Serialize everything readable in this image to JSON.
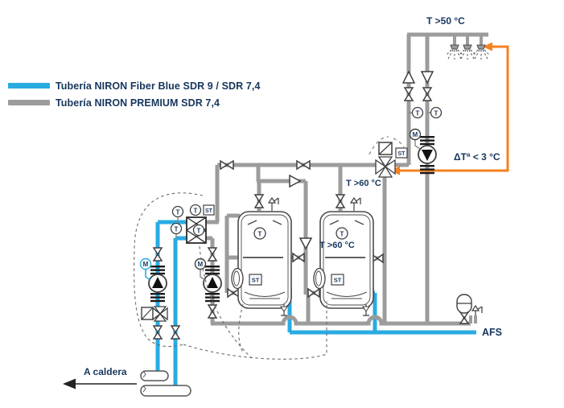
{
  "legend": {
    "items": [
      {
        "label": "Tubería NIRON Fiber Blue SDR 9 / SDR 7,4",
        "color": "#29ABE2"
      },
      {
        "label": "Tubería NIRON PREMIUM SDR 7,4",
        "color": "#9C9C9C"
      }
    ]
  },
  "labels": {
    "top_temp": "T >50 °C",
    "delta_temp": "ΔTª < 3 °C",
    "tank_supply_temp": "T >60 °C",
    "tank_inner_temp": "T >60 °C",
    "cold_water": "AFS",
    "to_boiler": "A caldera"
  },
  "symbols": {
    "t": "T",
    "m": "M",
    "st": "ST"
  },
  "colors": {
    "pipe_blue": "#29ABE2",
    "pipe_gray": "#9C9C9C",
    "annotation_orange": "#F58220",
    "text_navy": "#17365D",
    "symbol_outline": "#3F3F3F"
  }
}
